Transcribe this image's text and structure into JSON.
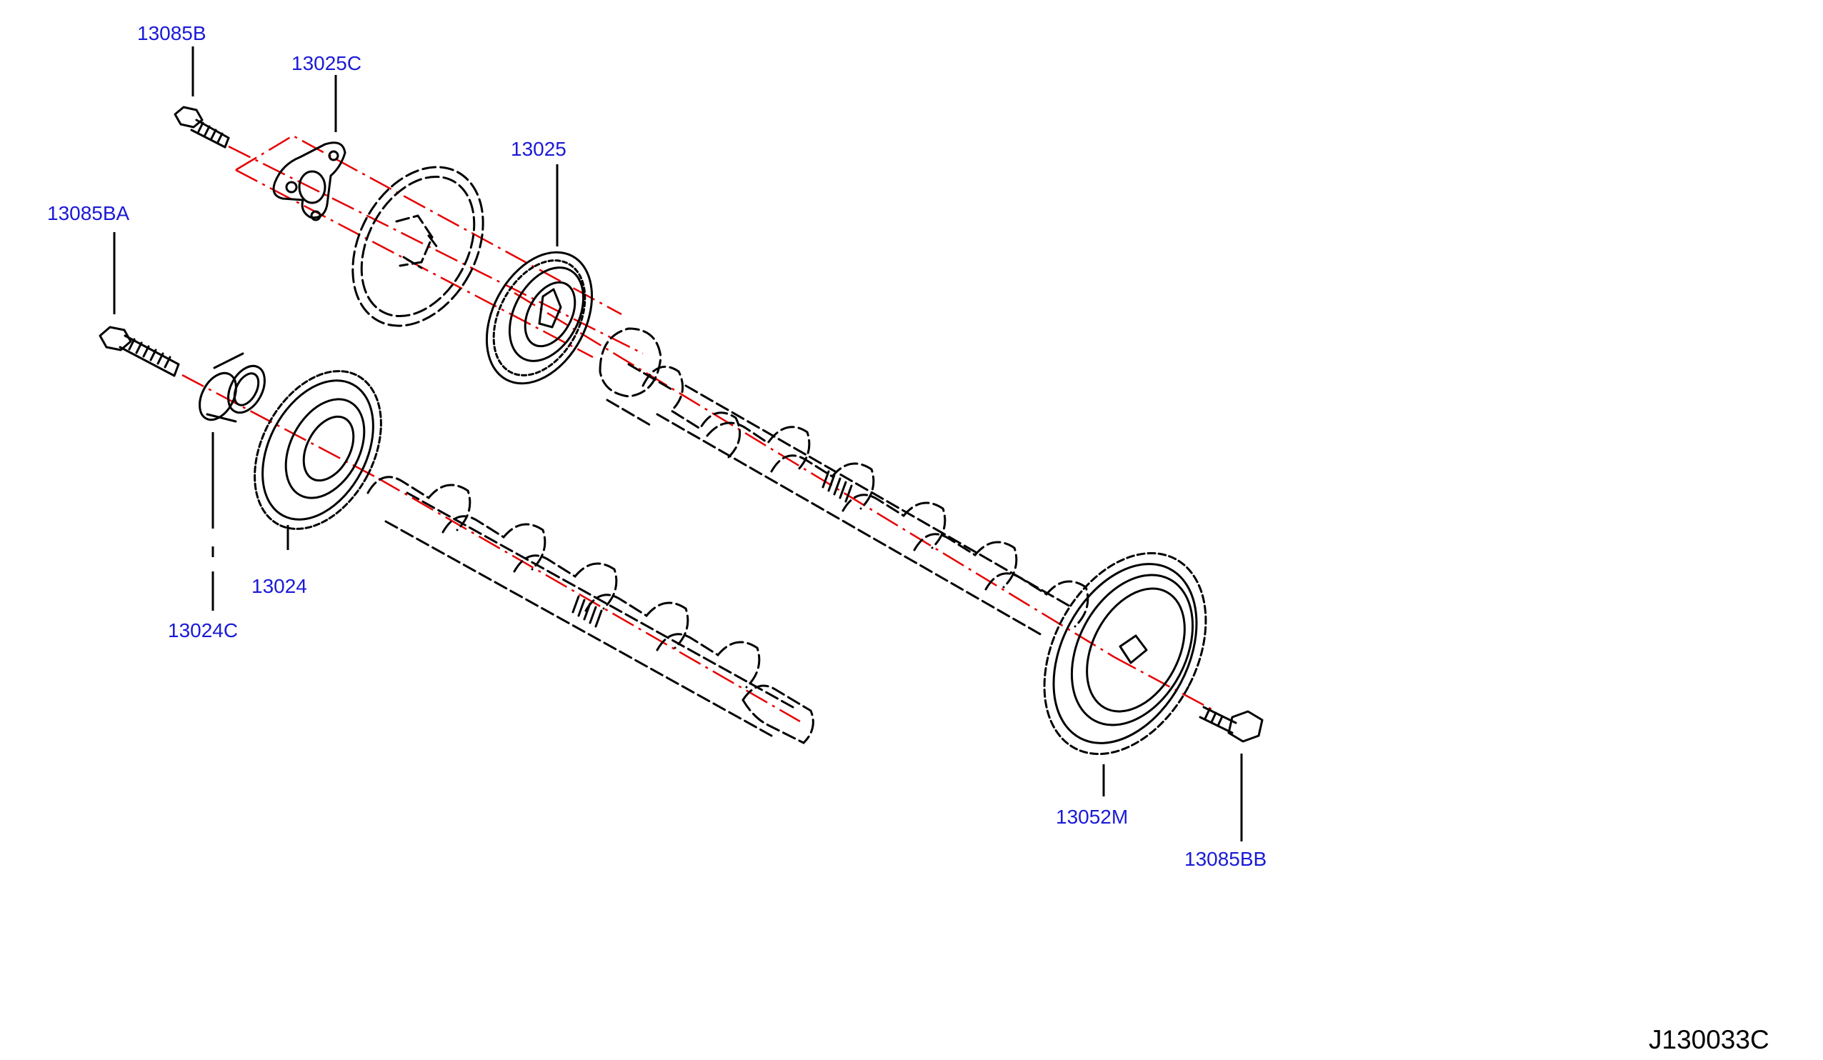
{
  "diagram": {
    "reference_code": "J130033C",
    "colors": {
      "label": "#1a1ad6",
      "center_line": "#e60000",
      "ink": "#000000",
      "background": "#ffffff"
    },
    "parts": [
      {
        "id": "bolt_top",
        "label": "13085B"
      },
      {
        "id": "washer_plate",
        "label": "13025C"
      },
      {
        "id": "sprocket_upper",
        "label": "13025"
      },
      {
        "id": "bolt_left",
        "label": "13085BA"
      },
      {
        "id": "gear_lower",
        "label": "13024"
      },
      {
        "id": "collar",
        "label": "13024C"
      },
      {
        "id": "gear_right",
        "label": "13052M"
      },
      {
        "id": "bolt_right",
        "label": "13085BB"
      }
    ]
  }
}
